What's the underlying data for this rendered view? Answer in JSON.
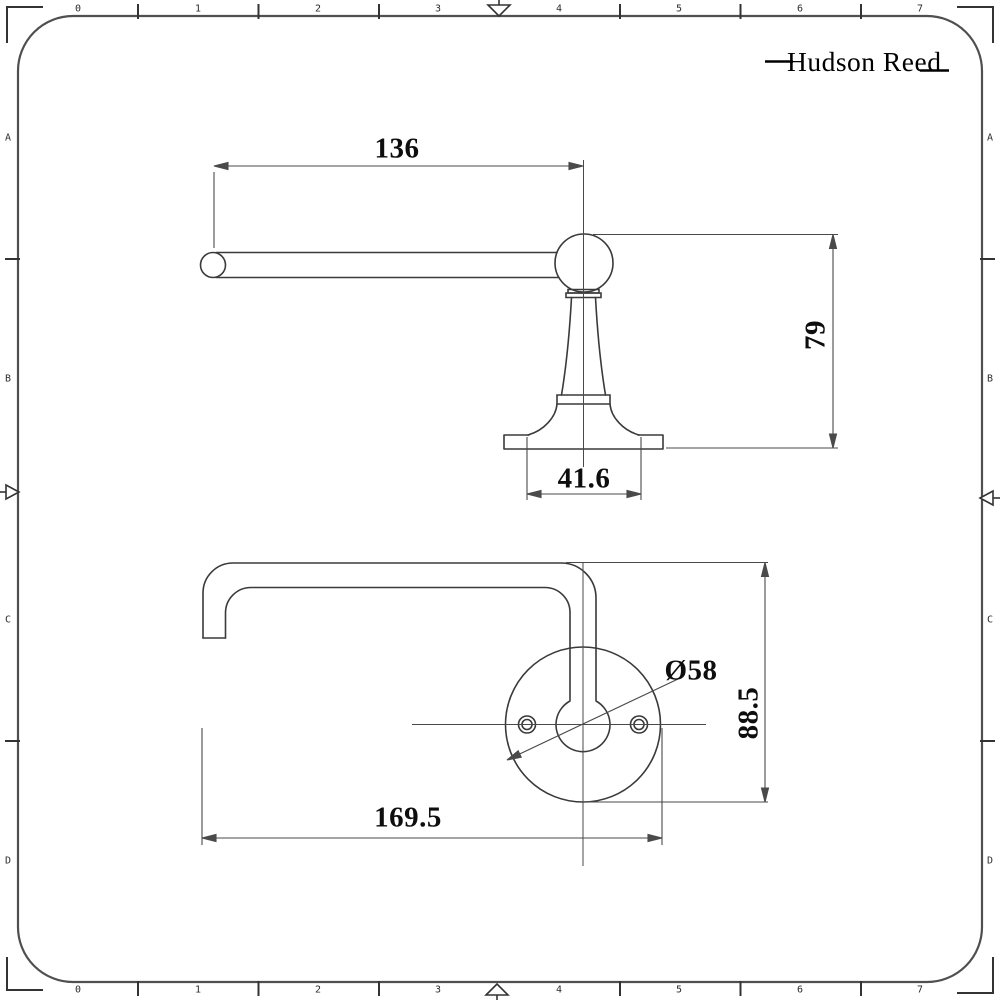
{
  "brand": {
    "logo_text": "Hudson Reed"
  },
  "frame": {
    "top_ruler": [
      "0",
      "1",
      "2",
      "3",
      "4",
      "5",
      "6",
      "7"
    ],
    "bottom_ruler": [
      "0",
      "1",
      "2",
      "3",
      "4",
      "5",
      "6",
      "7"
    ],
    "left_rows": [
      "A",
      "B",
      "C",
      "D"
    ],
    "right_rows": [
      "A",
      "B",
      "C",
      "D"
    ]
  },
  "dimensions": {
    "side_view": {
      "arm_length": "136",
      "projection": "79",
      "base_width": "41.6"
    },
    "plan_view": {
      "overall_length": "169.5",
      "depth": "88.5",
      "flange_diameter": "Ø58"
    }
  },
  "colors": {
    "line": "#3a3a3a",
    "dim_line": "#4a4a4a",
    "frame": "#4f4f4f",
    "text": "#0e0e0e"
  }
}
